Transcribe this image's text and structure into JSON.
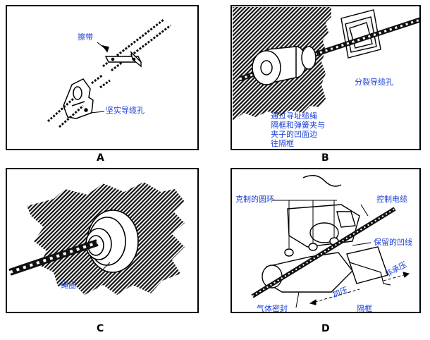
{
  "panels": {
    "A": {
      "caption": "A",
      "labels": {
        "strap": "擦带",
        "solid_guide_hole": "坚实导缆孔"
      }
    },
    "B": {
      "caption": "B",
      "labels": {
        "split_guide_hole": "分裂导缆孔",
        "description": [
          "通过寻址缆绳",
          "隔框和弹簧夹与",
          "夹子的凹面边",
          "往隔框"
        ]
      }
    },
    "C": {
      "caption": "C",
      "labels": {
        "grommet": "绳圈"
      }
    },
    "D": {
      "caption": "D",
      "labels": {
        "restraining_rings": "克制的圆环",
        "control_cable": "控制电缆",
        "retaining_groove": "保留的凹线",
        "pressurized": "加压",
        "unpressurized": "非承压",
        "bulkhead": "隔框",
        "air_seal": "气体密封"
      }
    }
  }
}
